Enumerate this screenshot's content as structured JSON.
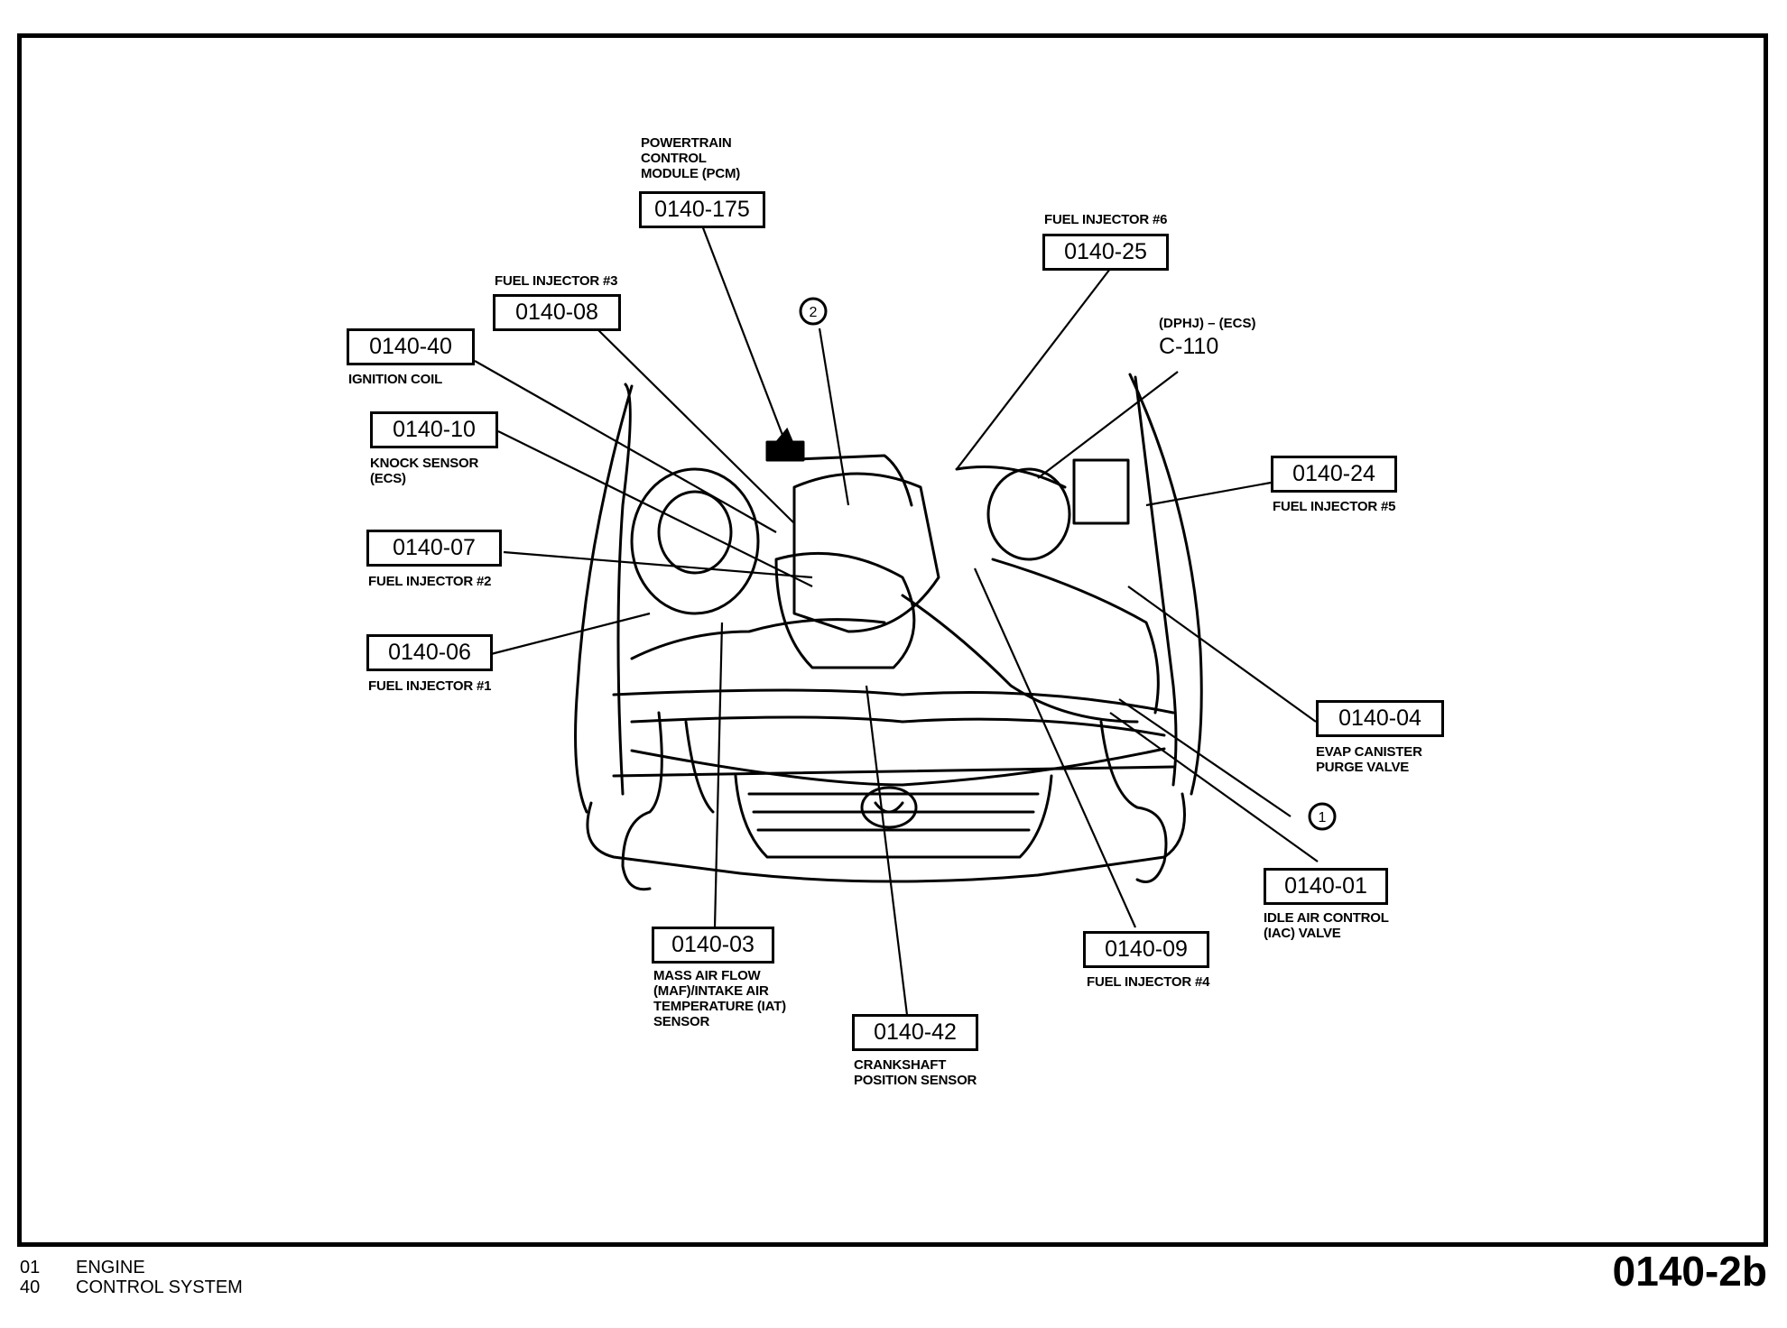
{
  "callouts": [
    {
      "id": "0140-175",
      "caption": "POWERTRAIN\nCONTROL\nMODULE (PCM)",
      "component": "pcm"
    },
    {
      "id": "0140-25",
      "caption": "FUEL INJECTOR #6",
      "component": "fuel-injector-6"
    },
    {
      "id": "0140-08",
      "caption": "FUEL INJECTOR #3",
      "component": "fuel-injector-3"
    },
    {
      "id": "0140-40",
      "caption": "IGNITION COIL",
      "component": "ignition-coil"
    },
    {
      "id": "0140-10",
      "caption": "KNOCK SENSOR\n(ECS)",
      "component": "knock-sensor"
    },
    {
      "id": "0140-07",
      "caption": "FUEL INJECTOR #2",
      "component": "fuel-injector-2"
    },
    {
      "id": "0140-06",
      "caption": "FUEL INJECTOR #1",
      "component": "fuel-injector-1"
    },
    {
      "id": "0140-24",
      "caption": "FUEL INJECTOR #5",
      "component": "fuel-injector-5"
    },
    {
      "id": "0140-04",
      "caption": "EVAP CANISTER\nPURGE VALVE",
      "component": "evap-purge-valve"
    },
    {
      "id": "0140-01",
      "caption": "IDLE AIR CONTROL\n(IAC) VALVE",
      "component": "iac-valve"
    },
    {
      "id": "0140-09",
      "caption": "FUEL INJECTOR #4",
      "component": "fuel-injector-4"
    },
    {
      "id": "0140-03",
      "caption": "MASS AIR FLOW\n(MAF)/INTAKE AIR\nTEMPERATURE (IAT)\nSENSOR",
      "component": "maf-iat-sensor"
    },
    {
      "id": "0140-42",
      "caption": "CRANKSHAFT\nPOSITION SENSOR",
      "component": "crankshaft-position-sensor"
    }
  ],
  "connector": {
    "title": "(DPHJ) – (ECS)",
    "id": "C-110"
  },
  "markers": [
    "1",
    "2"
  ],
  "footer": {
    "lines": [
      {
        "code": "01",
        "label": "ENGINE"
      },
      {
        "code": "40",
        "label": "CONTROL SYSTEM"
      }
    ],
    "page_id": "0140-2b"
  }
}
